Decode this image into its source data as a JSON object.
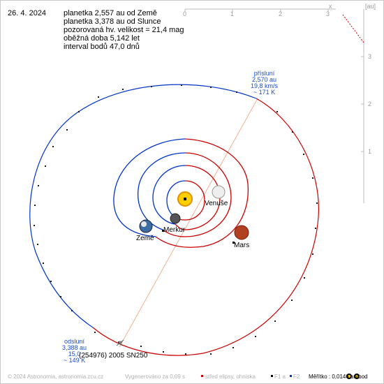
{
  "date": "26. 4. 2024",
  "info_lines": [
    "planetka 2,557 au od Země",
    "planetka 3,378 au od Slunce",
    "pozorovaná hv. velikost = 21,4 mag",
    "oběžná doba 5,142 let",
    "interval bodů 47,0 dnů"
  ],
  "axes": {
    "x_label": "x",
    "unit_label": "[au]",
    "x_ticks": [
      "0",
      "1",
      "2",
      "3"
    ],
    "y_ticks": [
      "3",
      "2",
      "1"
    ]
  },
  "perihelion": {
    "title": "přísluní",
    "distance": "2,570 au",
    "speed": "19,8 km/s",
    "temp": "~ 171 K"
  },
  "aphelion": {
    "title": "odsluní",
    "distance": "3,388 au",
    "speed": "15,0",
    "temp": "~ 149 K"
  },
  "bodies": {
    "earth": "Země",
    "mercury": "Merkur",
    "venus": "Venuše",
    "mars": "Mars",
    "asteroid": "(254976) 2005 SN250"
  },
  "footer": {
    "copyright": "© 2024 Astronomia, astronomia.zcu.cz",
    "generated": "Vygenerováno za 0,09 s",
    "legend_center": "střed elipsy, ohniska",
    "legend_f1": "F1 a",
    "legend_f2": "F2",
    "scale": "Měřítko : 0,0146 au/bod"
  },
  "colors": {
    "inner_orbit": "#0033cc",
    "outer_orbit": "#cc0000",
    "apsides_line": "#f0b090"
  }
}
